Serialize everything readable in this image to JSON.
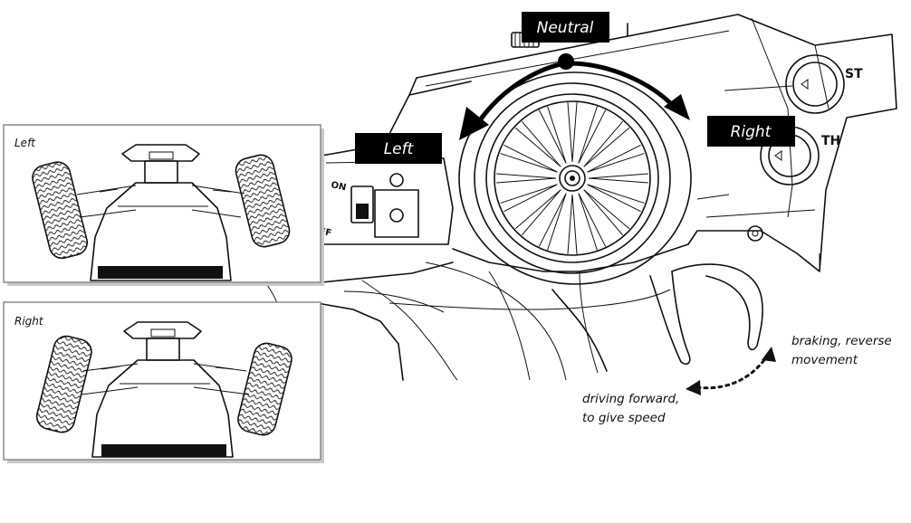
{
  "transmitter": {
    "neutral_label": "Neutral",
    "left_label": "Left",
    "right_label": "Right",
    "switch_on_label": "ON",
    "switch_off_label": "FF",
    "knob_st_label": "ST",
    "knob_th_label": "TH"
  },
  "trigger": {
    "braking_line1": "braking, reverse",
    "braking_line2": "movement",
    "forward_line1": "driving forward,",
    "forward_line2": "to give speed"
  },
  "insets": [
    {
      "label": "Left"
    },
    {
      "label": "Right"
    }
  ],
  "colors": {
    "label_bg": "#000000",
    "label_text": "#ffffff",
    "line": "#111111",
    "inset_shadow": "#c8c8c8"
  }
}
